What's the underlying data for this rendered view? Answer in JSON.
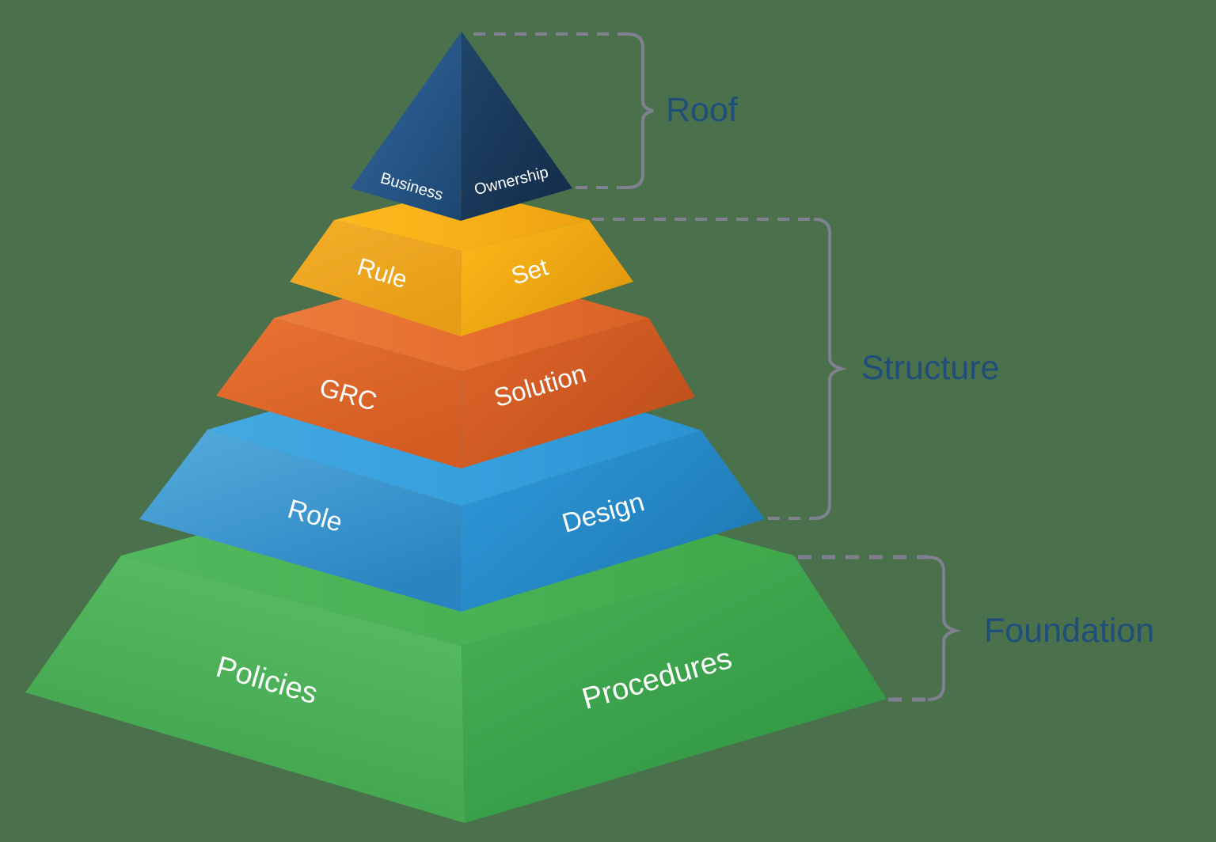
{
  "diagram_title": "GRC pyramid diagram",
  "background_color": "#4A714C",
  "annotation_color": "#1F4E7B",
  "bracket_color": "#80808E",
  "layers": [
    {
      "id": "business-ownership",
      "left_text": "Business",
      "right_text": "Ownership",
      "base_color": "#1E4066"
    },
    {
      "id": "rule-set",
      "left_text": "Rule",
      "right_text": "Set",
      "base_color": "#F5AB1C"
    },
    {
      "id": "grc-solution",
      "left_text": "GRC",
      "right_text": "Solution",
      "base_color": "#DD6327"
    },
    {
      "id": "role-design",
      "left_text": "Role",
      "right_text": "Design",
      "base_color": "#2D9CDB"
    },
    {
      "id": "policies-procedures",
      "left_text": "Policies",
      "right_text": "Procedures",
      "base_color": "#43AB4C"
    }
  ],
  "annotations": {
    "roof": {
      "label": "Roof"
    },
    "structure": {
      "label": "Structure"
    },
    "foundation": {
      "label": "Foundation"
    }
  }
}
